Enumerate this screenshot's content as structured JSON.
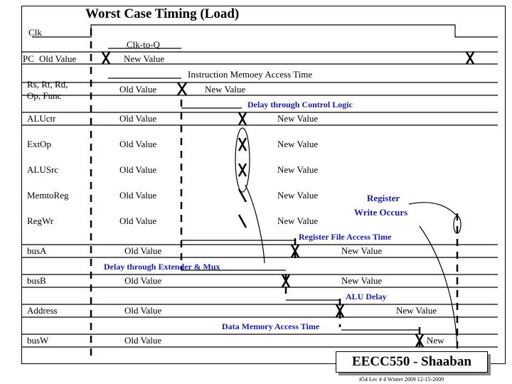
{
  "title": "Worst Case Timing (Load)",
  "signals": {
    "clk": "Clk",
    "pc": "PC",
    "rs": "Rs, Rt, Rd,",
    "op": "Op, Func",
    "aluctr": "ALUctr",
    "extop": "ExtOp",
    "alusrc": "ALUSrc",
    "memtoreg": "MemtoReg",
    "regwr": "RegWr",
    "busa": "busA",
    "busb": "busB",
    "address": "Address",
    "busw": "busW"
  },
  "values": {
    "old": "Old Value",
    "new": "New Value",
    "new_short": "New"
  },
  "annotations": {
    "clk_to_q": "Clk-to-Q",
    "imem": "Instruction Memoey Access Time",
    "control": "Delay through Control Logic",
    "reg_write_1": "Register",
    "reg_write_2": "Write Occurs",
    "rf_access": "Register File Access Time",
    "extender": "Delay through Extender & Mux",
    "alu": "ALU Delay",
    "dmem": "Data Memory Access Time"
  },
  "badge": "EECC550 - Shaaban",
  "footer": "#54 Lec # 4 Winter 2009 12-15-2009",
  "colors": {
    "annotation": "#1a1aa6",
    "line": "#000000"
  }
}
